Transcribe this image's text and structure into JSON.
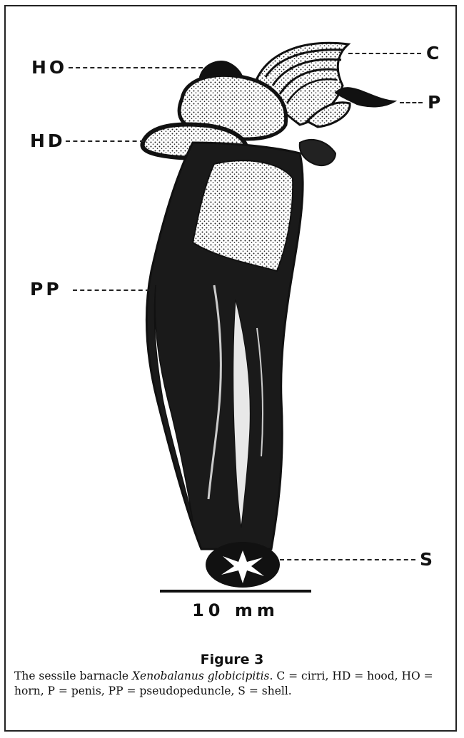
{
  "figure": {
    "labels": {
      "cirri": "C",
      "penis": "P",
      "horn": "HO",
      "hood": "HD",
      "pseudopeduncle": "PP",
      "shell": "S"
    },
    "scale_label": "10 mm",
    "title": "Figure 3",
    "caption": {
      "prefix": "The sessile barnacle ",
      "species": "Xenobalanus globicipitis",
      "suffix": ".   C = cirri, HD = hood, HO = horn, P = penis, PP = pseudopeduncle, S = shell."
    }
  }
}
